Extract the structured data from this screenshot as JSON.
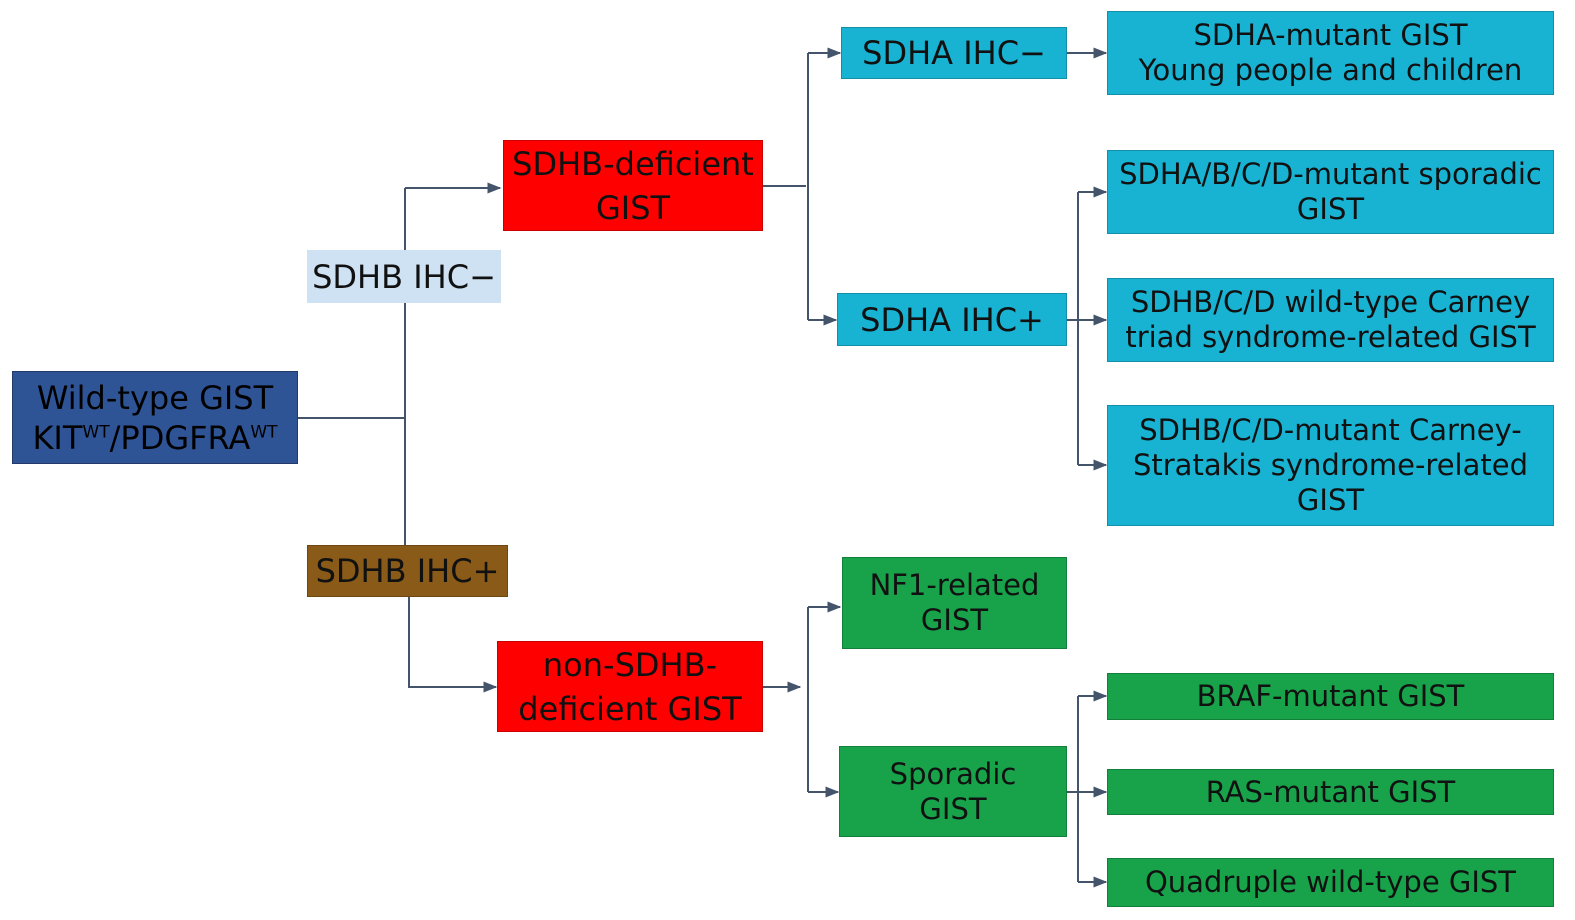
{
  "colors": {
    "root": "#2f5496",
    "light_blue": "#cfe2f3",
    "brown": "#8a5a19",
    "red": "#ff0000",
    "cyan": "#18b3d3",
    "green": "#18a34b",
    "connector": "#44546a"
  },
  "nodes": {
    "root": {
      "line1": "Wild-type GIST",
      "line2_a": "KIT",
      "line2_sup_a": "WT",
      "line2_b": "/PDGFRA",
      "line2_sup_b": "WT"
    },
    "sdhb_neg": {
      "label": "SDHB IHC−"
    },
    "sdhb_pos": {
      "label": "SDHB IHC+"
    },
    "sdhb_def": {
      "line1": "SDHB-deficient",
      "line2": "GIST"
    },
    "non_sdhb_def": {
      "line1": "non-SDHB-",
      "line2": "deficient GIST"
    },
    "sdha_neg": {
      "label": "SDHA IHC−"
    },
    "sdha_pos": {
      "label": "SDHA IHC+"
    },
    "sdha_mut": {
      "line1": "SDHA-mutant GIST",
      "line2": "Young people and children"
    },
    "sdhabcd_sporadic": {
      "line1": "SDHA/B/C/D-mutant sporadic",
      "line2": "GIST"
    },
    "carney_triad": {
      "line1": "SDHB/C/D wild-type Carney",
      "line2": "triad syndrome-related GIST"
    },
    "carney_stratakis": {
      "line1": "SDHB/C/D-mutant Carney-",
      "line2": "Stratakis syndrome-related",
      "line3": "GIST"
    },
    "nf1": {
      "line1": "NF1-related",
      "line2": "GIST"
    },
    "sporadic": {
      "line1": "Sporadic",
      "line2": "GIST"
    },
    "braf": {
      "label": "BRAF-mutant GIST"
    },
    "ras": {
      "label": "RAS-mutant GIST"
    },
    "quadruple": {
      "label": "Quadruple wild-type GIST"
    }
  }
}
